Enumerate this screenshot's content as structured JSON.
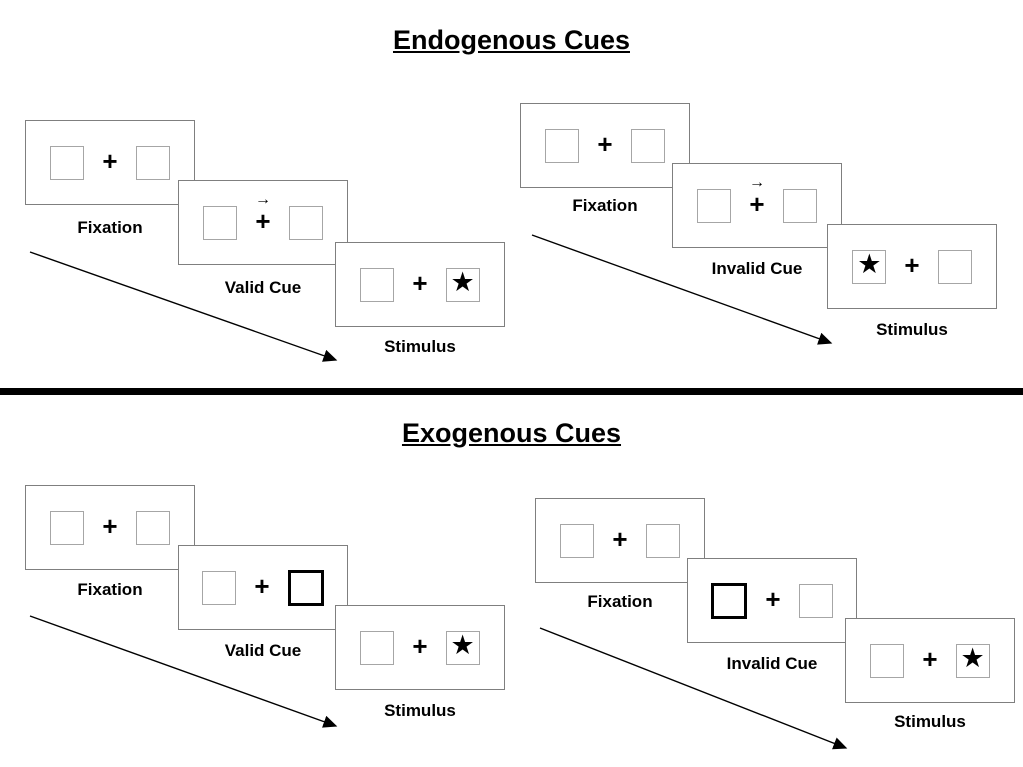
{
  "glyphs": {
    "plus": "+",
    "star": "★",
    "arrow_right": "→"
  },
  "divider_color": "#000000",
  "sections": [
    {
      "title": "Endogenous Cues",
      "sequences": [
        {
          "validity": "valid",
          "cue_type": "central-arrow-right",
          "stimulus_star_side": "right",
          "labels": {
            "fixation": "Fixation",
            "cue": "Valid Cue",
            "stimulus": "Stimulus"
          }
        },
        {
          "validity": "invalid",
          "cue_type": "central-arrow-right",
          "stimulus_star_side": "left",
          "labels": {
            "fixation": "Fixation",
            "cue": "Invalid Cue",
            "stimulus": "Stimulus"
          }
        }
      ]
    },
    {
      "title": "Exogenous Cues",
      "sequences": [
        {
          "validity": "valid",
          "cue_type": "peripheral-bold-box-right",
          "stimulus_star_side": "right",
          "labels": {
            "fixation": "Fixation",
            "cue": "Valid Cue",
            "stimulus": "Stimulus"
          }
        },
        {
          "validity": "invalid",
          "cue_type": "peripheral-bold-box-left",
          "stimulus_star_side": "right",
          "labels": {
            "fixation": "Fixation",
            "cue": "Invalid Cue",
            "stimulus": "Stimulus"
          }
        }
      ]
    }
  ]
}
